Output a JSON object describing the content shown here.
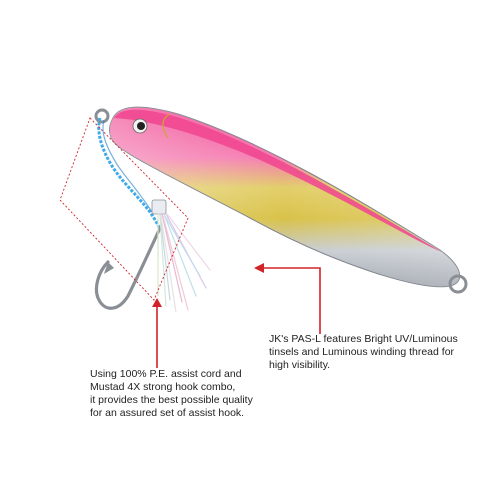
{
  "colors": {
    "lure_pink": "#f0448f",
    "lure_gold": "#d9c24a",
    "lure_silver": "#b9bfc6",
    "cord_blue": "#3fa9ea",
    "annotation_red": "#d2232a",
    "hook_metal": "#8a8f96"
  },
  "annotations": {
    "lure_feature": {
      "lines": [
        "JK's PAS-L features Bright UV/Luminous",
        "tinsels and Luminous winding thread for",
        "high visibility."
      ]
    },
    "assist_hook": {
      "lines": [
        "Using 100% P.E. assist cord and",
        "Mustad 4X strong hook combo,",
        "it provides the best possible quality",
        "for an assured set of assist hook."
      ]
    }
  }
}
